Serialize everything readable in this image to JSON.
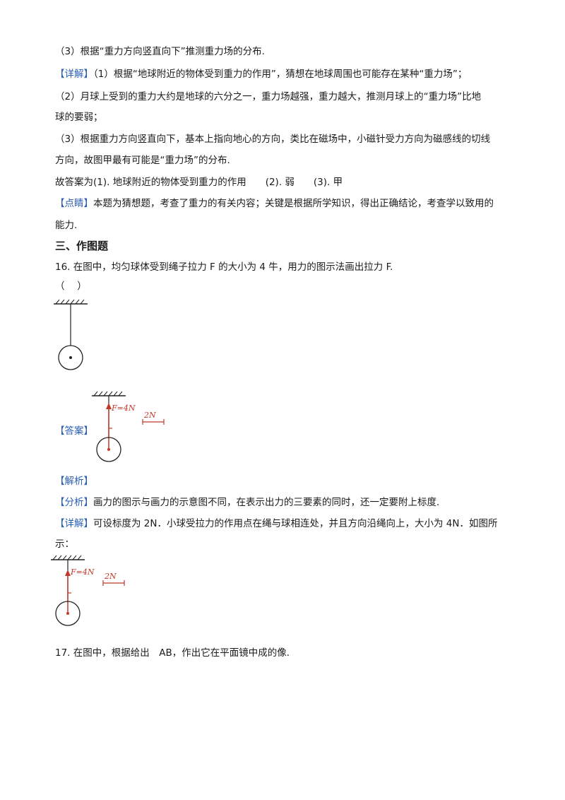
{
  "lines": {
    "l1": "（3）根据“重力方向竖直向下”推测重力场的分布.",
    "l2_tag": "【详解】",
    "l2_text": "（1）根据“地球附近的物体受到重力的作用”，猜想在地球周围也可能存在某种“重力场”；",
    "l3": "（2）月球上受到的重力大约是地球的六分之一，重力场越强，重力越大，推测月球上的“重力场”比地",
    "l4": "球的要弱；",
    "l5": "（3）根据重力方向竖直向下，基本上指向地心的方向，类比在磁场中，小磁针受力方向为磁感线的切线",
    "l6": "方向，故图甲最有可能是“重力场”的分布.",
    "l7": "故答案为(1). 地球附近的物体受到重力的作用　　(2). 弱　　(3). 甲",
    "l8_tag": "【点睛】",
    "l8_text": "本题为猜想题，考查了重力的有关内容；关键是根据所学知识，得出正确结论，考查学以致用的",
    "l9": "能力.",
    "section": "三、作图题",
    "q16": "16. 在图中，均匀球体受到绳子拉力 F 的大小为 4 牛，用力的图示法画出拉力 F.",
    "q16_blank": "（　 ）",
    "answer_tag": "【答案】",
    "analysis_tag": "【解析】",
    "fenxi_tag": "【分析】",
    "fenxi_text": "画力的图示与画力的示意图不同，在表示出力的三要素的同时，还一定要附上标度.",
    "xiangjie_tag": "【详解】",
    "xiangjie_text": "可设标度为 2N．小球受拉力的作用点在绳与球相连处，并且方向沿绳向上，大小为 4N．如图所",
    "xiangjie_text2": "示：",
    "q17": "17. 在图中，根据给出　AB，作出它在平面镜中成的像."
  },
  "figure": {
    "force_label": "F=4N",
    "scale_label": "2N"
  },
  "colors": {
    "tag_blue": "#2b5fb4",
    "force_red": "#c0392b"
  }
}
